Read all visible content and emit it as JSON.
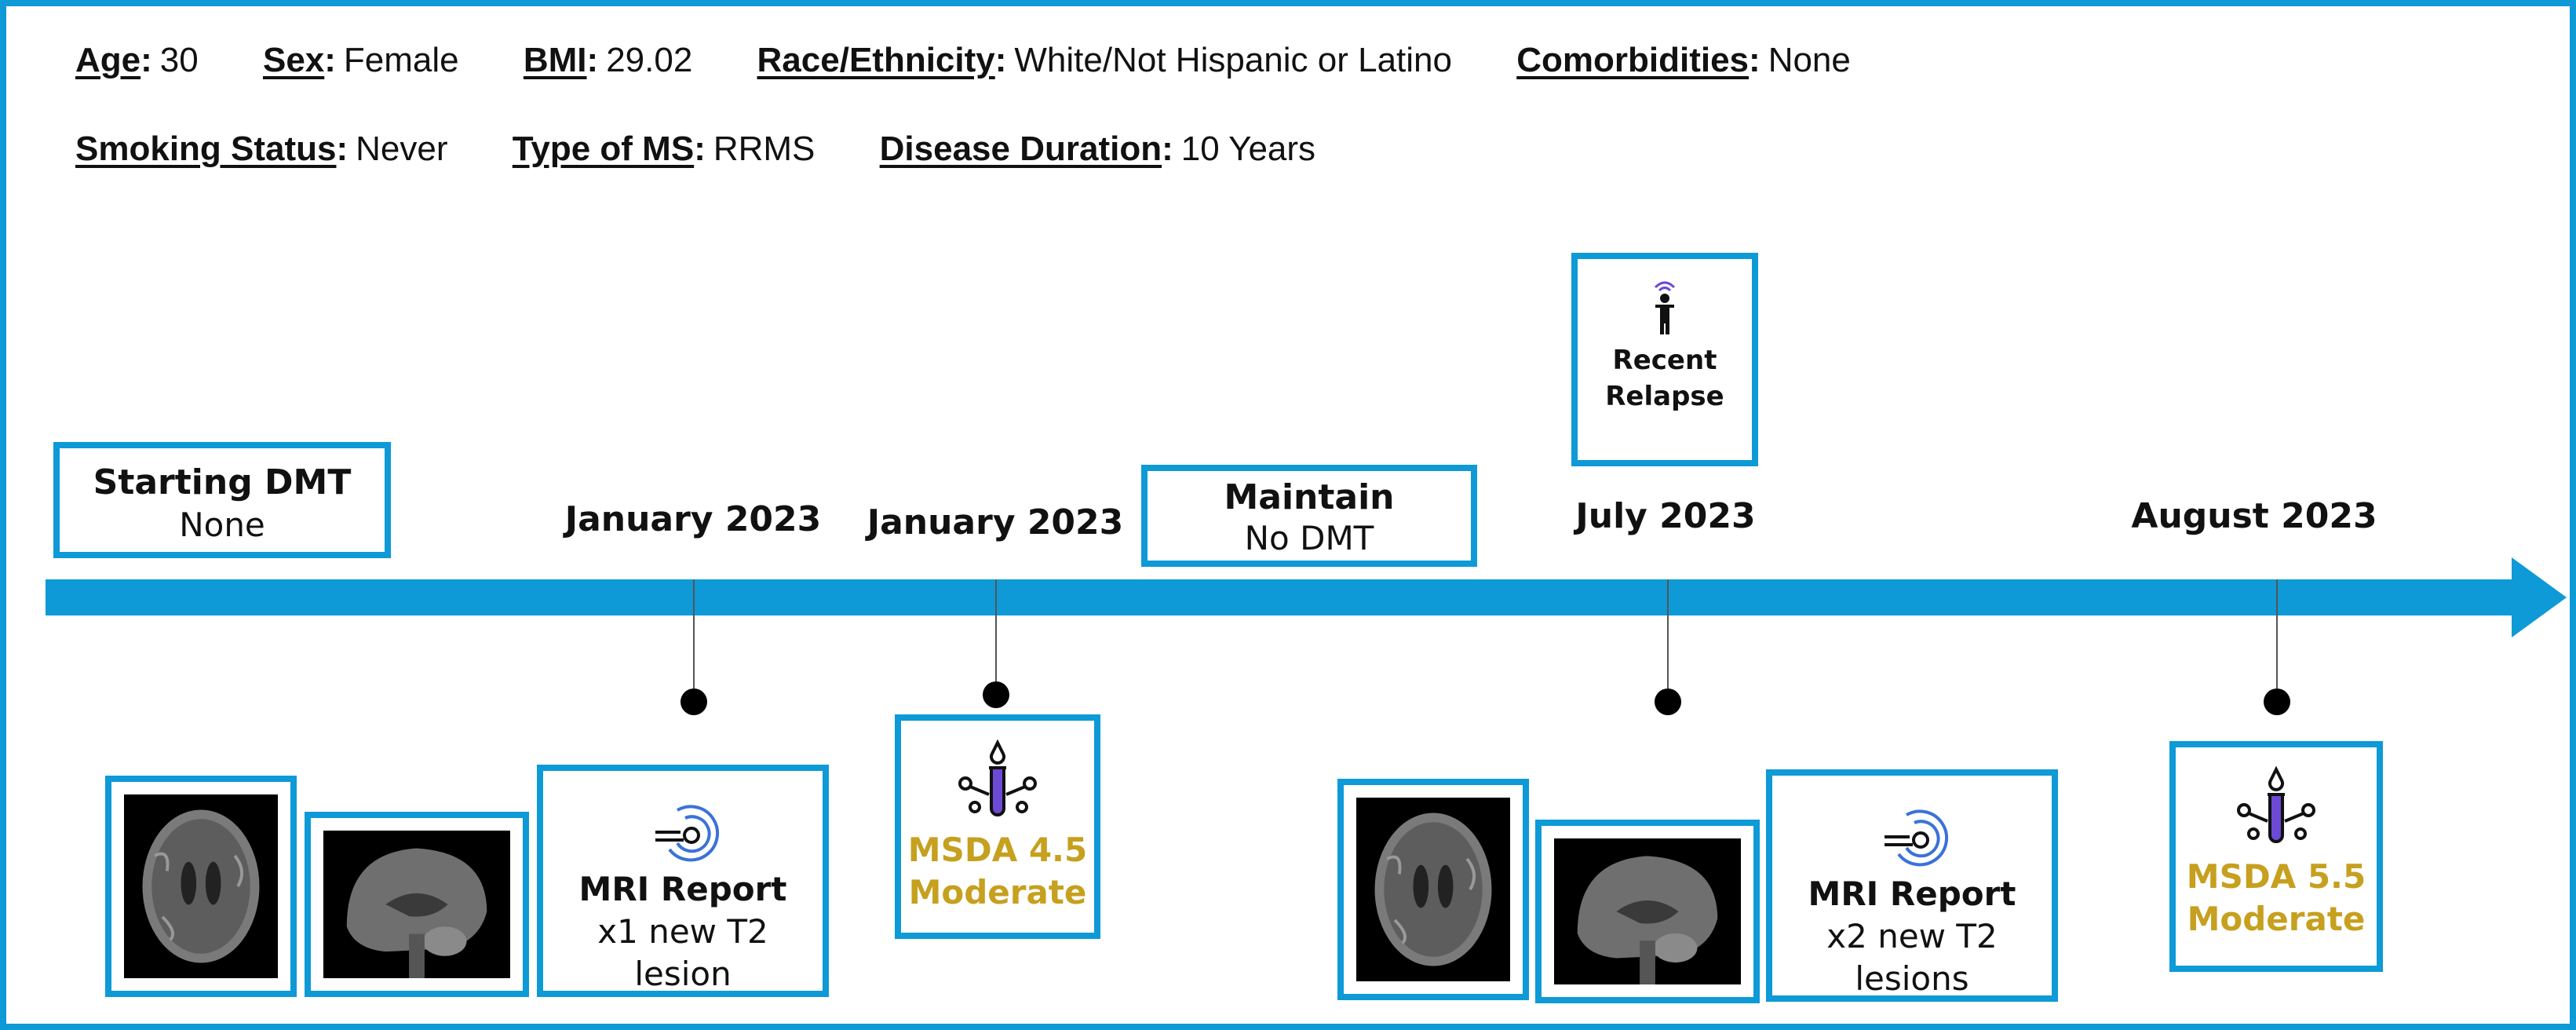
{
  "patient": {
    "row1": [
      {
        "label": "Age",
        "value": "30"
      },
      {
        "label": "Sex",
        "value": "Female"
      },
      {
        "label": "BMI",
        "value": "29.02"
      },
      {
        "label": "Race/Ethnicity",
        "value": "White/Not Hispanic or Latino"
      },
      {
        "label": "Comorbidities",
        "value": "None"
      }
    ],
    "row2": [
      {
        "label": "Smoking Status",
        "value": "Never"
      },
      {
        "label": "Type of MS",
        "value": "RRMS"
      },
      {
        "label": "Disease Duration",
        "value": "10 Years"
      }
    ]
  },
  "colors": {
    "accent": "#0d9ad7",
    "msda": "#c6a01e",
    "icon_purple": "#6c4ad6"
  },
  "starting_dmt": {
    "title": "Starting DMT",
    "value": "None"
  },
  "maintain": {
    "title": "Maintain",
    "value": "No DMT"
  },
  "relapse": {
    "line1": "Recent",
    "line2": "Relapse",
    "icon": "person-signal-icon"
  },
  "dates": [
    "January 2023",
    "January 2023",
    "July 2023",
    "August 2023"
  ],
  "events": {
    "mri1": {
      "title": "MRI Report",
      "lines": [
        "x1 new T2",
        "lesion"
      ],
      "icon": "mri-scanner-icon"
    },
    "msda1": {
      "line1": "MSDA 4.5",
      "line2": "Moderate",
      "icon": "test-tube-icon"
    },
    "mri2": {
      "title": "MRI Report",
      "lines": [
        "x2 new T2",
        "lesions"
      ],
      "icon": "mri-scanner-icon"
    },
    "msda2": {
      "line1": "MSDA 5.5",
      "line2": "Moderate",
      "icon": "test-tube-icon"
    }
  }
}
